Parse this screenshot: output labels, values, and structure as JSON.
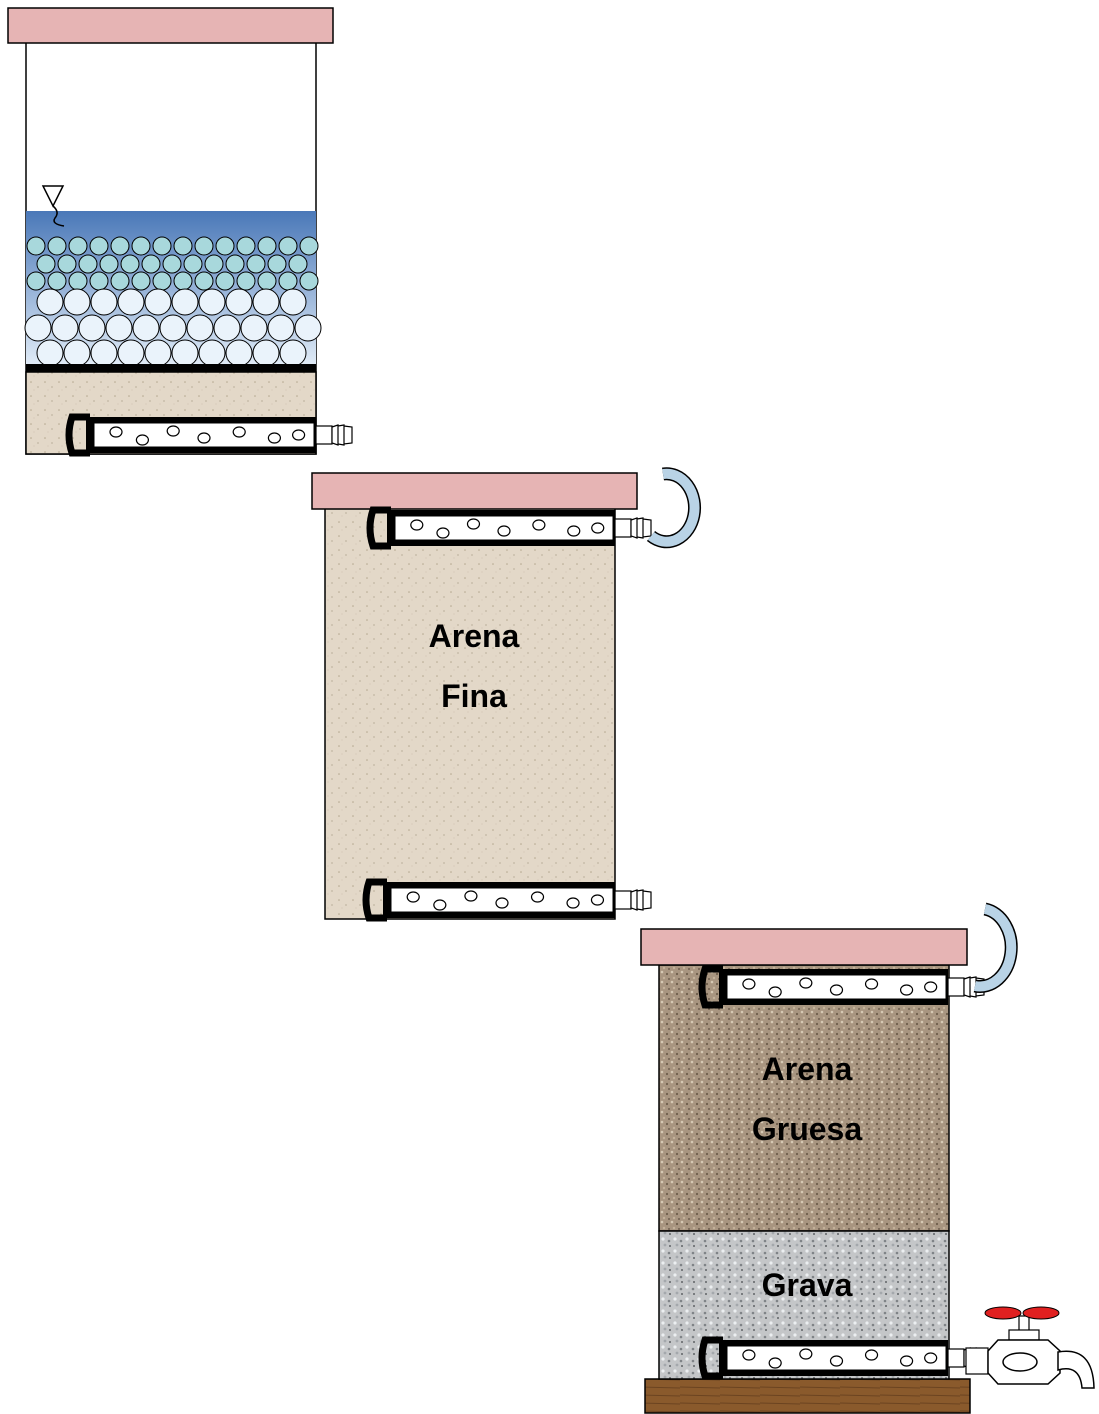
{
  "title": "",
  "units": {
    "top": {
      "name": "bucket-1-water-layer"
    },
    "middle": {
      "lines": [
        "Arena",
        "Fina"
      ]
    },
    "bottom": {
      "upper_layer": {
        "lines": [
          "Arena",
          "Gruesa"
        ]
      },
      "lower_layer": {
        "lines": [
          "Grava"
        ]
      }
    }
  },
  "colors": {
    "lid": "#e6b4b4",
    "water_dark": "#4a78b8",
    "water_light": "#cfe2f3",
    "fine_sand": "#e3d8c8",
    "coarse_sand": "#a89580",
    "gravel": "#c4c6c8",
    "pipe_hook": "#b9d3e6",
    "valve": "#e02020",
    "base": "#8a5a2c"
  },
  "icons": [
    "perforated-pipe-icon",
    "hose-hook-icon",
    "water-level-icon",
    "faucet-icon"
  ]
}
